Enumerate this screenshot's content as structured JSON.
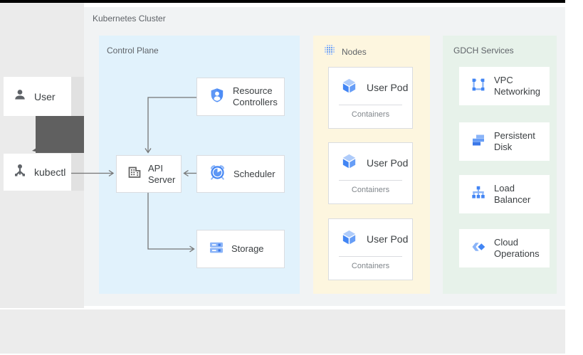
{
  "palette": {
    "google_blue": "#4285f4",
    "blue_light": "#8ab4f8",
    "blue_mid": "#669df6",
    "panel_blue": "#e1f2fc",
    "panel_yellow": "#fdf6df",
    "panel_green": "#e7f2ea",
    "cluster_gray": "#f1f3f4",
    "column_gray": "#ebebeb",
    "strip_gray": "#ececec",
    "shadow_gray": "#e1e1e1",
    "arrow_gray": "#757575",
    "big_arrow_gray": "#606060",
    "border_gray": "#dadce0",
    "text_dark": "#3c4043",
    "text_gray": "#5f6368",
    "text_light": "#80868b",
    "top_bar_black": "#000000"
  },
  "cluster": {
    "label": "Kubernetes Cluster"
  },
  "actors": {
    "user": {
      "label": "User",
      "icon": "user-icon"
    },
    "kubectl": {
      "label": "kubectl",
      "icon": "kubectl-icon"
    }
  },
  "control_plane": {
    "label": "Control Plane",
    "boxes": [
      {
        "label": "Resource Controllers",
        "icon": "shield-person-icon"
      },
      {
        "label": "API Server",
        "icon": "building-icon"
      },
      {
        "label": "Scheduler",
        "icon": "alarm-clock-icon"
      },
      {
        "label": "Storage",
        "icon": "server-rack-icon"
      }
    ]
  },
  "nodes": {
    "label": "Nodes",
    "icon": "dot-grid-icon",
    "pods": [
      {
        "title": "User Pod",
        "subtitle": "Containers",
        "icon": "cube-icon"
      },
      {
        "title": "User Pod",
        "subtitle": "Containers",
        "icon": "cube-icon"
      },
      {
        "title": "User Pod",
        "subtitle": "Containers",
        "icon": "cube-icon"
      }
    ]
  },
  "gdch": {
    "label": "GDCH Services",
    "services": [
      {
        "label": "VPC Networking",
        "icon": "vpc-networking-icon"
      },
      {
        "label": "Persistent Disk",
        "icon": "persistent-disk-icon"
      },
      {
        "label": "Load Balancer",
        "icon": "load-balancer-icon"
      },
      {
        "label": "Cloud Operations",
        "icon": "cloud-operations-icon"
      }
    ]
  }
}
